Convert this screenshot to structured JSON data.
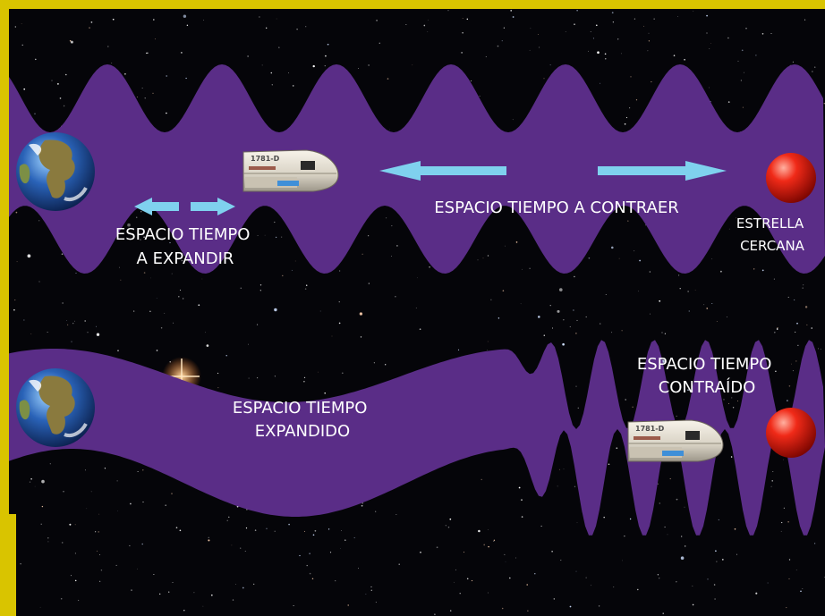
{
  "colors": {
    "frame": "#d9c400",
    "spacetime": "#5a2d87",
    "space": "#050509",
    "arrow": "#7fd1ee",
    "star": "#d9100c",
    "label": "#ffffff"
  },
  "icons": {
    "planet": "earth-icon",
    "ship": "shuttle-icon",
    "star": "red-star-icon"
  },
  "top_panel": {
    "label_expand": [
      "ESPACIO TIEMPO",
      "A EXPANDIR"
    ],
    "label_contract": "ESPACIO TIEMPO A CONTRAER",
    "label_star": [
      "ESTRELLA",
      "CERCANA"
    ],
    "ship_marking": "1781-D"
  },
  "bottom_panel": {
    "label_expanded": [
      "ESPACIO TIEMPO",
      "EXPANDIDO"
    ],
    "label_contracted": [
      "ESPACIO TIEMPO",
      "CONTRAÍDO"
    ],
    "ship_marking": "1781-D"
  }
}
